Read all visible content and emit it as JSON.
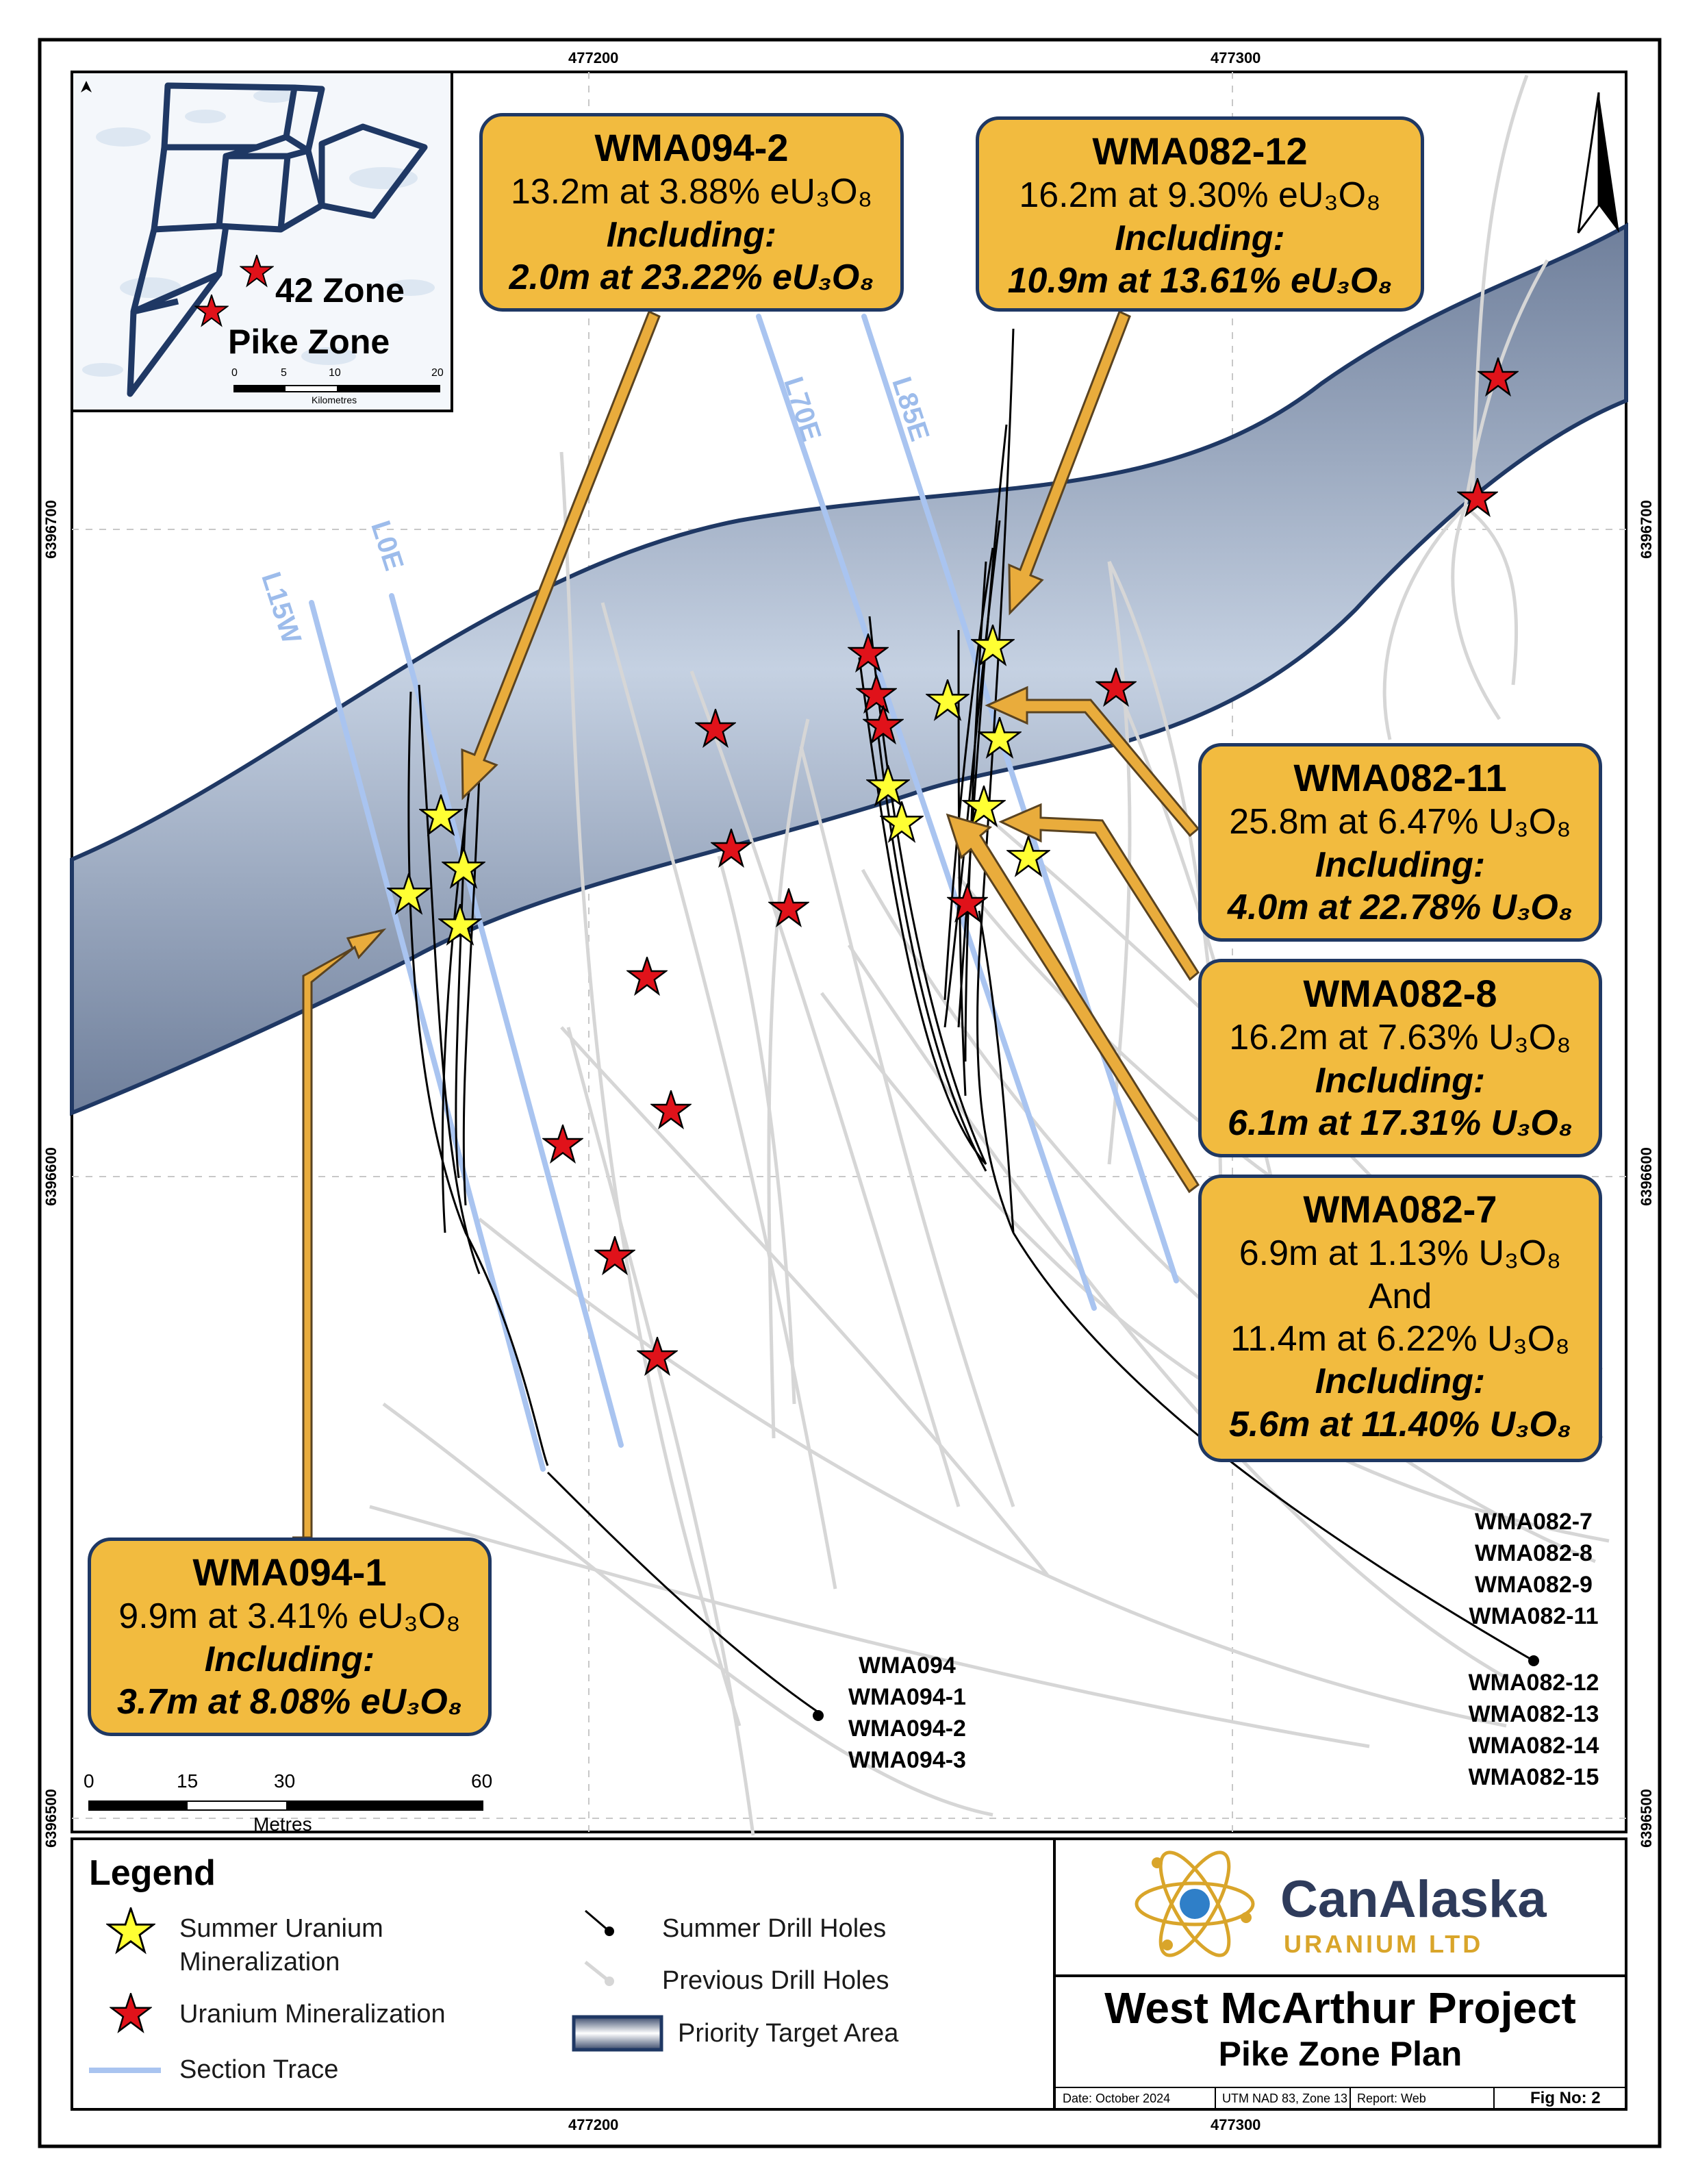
{
  "map_frame": {
    "x_ticks": [
      "477200",
      "477300"
    ],
    "y_ticks": [
      "6396700",
      "6396600",
      "6396500"
    ]
  },
  "inset": {
    "labels": [
      "42 Zone",
      "Pike Zone"
    ],
    "scale_ticks": [
      "0",
      "5",
      "10",
      "20"
    ],
    "scale_unit": "Kilometres"
  },
  "section_traces": [
    "L15W",
    "L0E",
    "L70E",
    "L85E"
  ],
  "callouts": [
    {
      "id": "WMA094-2",
      "lines": [
        "13.2m at 3.88% eU₃O₈"
      ],
      "including": "Including:",
      "inc_lines": [
        "2.0m at 23.22% eU₃O₈"
      ]
    },
    {
      "id": "WMA082-12",
      "lines": [
        "16.2m at 9.30% eU₃O₈"
      ],
      "including": "Including:",
      "inc_lines": [
        "10.9m at 13.61% eU₃O₈"
      ]
    },
    {
      "id": "WMA082-11",
      "lines": [
        "25.8m at 6.47% U₃O₈"
      ],
      "including": "Including:",
      "inc_lines": [
        "4.0m at 22.78% U₃O₈"
      ]
    },
    {
      "id": "WMA082-8",
      "lines": [
        "16.2m at 7.63% U₃O₈"
      ],
      "including": "Including:",
      "inc_lines": [
        "6.1m at 17.31% U₃O₈"
      ]
    },
    {
      "id": "WMA082-7",
      "lines": [
        "6.9m at 1.13% U₃O₈",
        "And",
        "11.4m at 6.22% U₃O₈"
      ],
      "including": "Including:",
      "inc_lines": [
        "5.6m at 11.40% U₃O₈"
      ]
    },
    {
      "id": "WMA094-1",
      "lines": [
        "9.9m at 3.41% eU₃O₈"
      ],
      "including": "Including:",
      "inc_lines": [
        "3.7m at 8.08% eU₃O₈"
      ]
    }
  ],
  "hole_labels": {
    "group_094": [
      "WMA094",
      "WMA094-1",
      "WMA094-2",
      "WMA094-3"
    ],
    "group_082_upper": [
      "WMA082-7",
      "WMA082-8",
      "WMA082-9",
      "WMA082-11"
    ],
    "group_082_lower": [
      "WMA082-12",
      "WMA082-13",
      "WMA082-14",
      "WMA082-15"
    ]
  },
  "scale_bar": {
    "ticks": [
      "0",
      "15",
      "30",
      "60"
    ],
    "unit": "Metres"
  },
  "legend": {
    "title": "Legend",
    "items": [
      "Summer Uranium Mineralization",
      "Uranium Mineralization",
      "Section Trace",
      "Summer Drill Holes",
      "Previous Drill Holes",
      "Priority Target Area"
    ]
  },
  "title_block": {
    "company": "CanAlaska",
    "company_sub": "URANIUM LTD",
    "project": "West McArthur Project",
    "plan": "Pike Zone Plan",
    "date": "Date: October 2024",
    "datum": "UTM NAD 83, Zone 13",
    "report": "Report: Web",
    "fig": "Fig No: 2"
  },
  "colors": {
    "callout_fill": "#F2BB3F",
    "callout_border": "#1F3864",
    "target_area": "#8594AE",
    "section_trace": "#A9C4F0",
    "star_red": "#E0121A",
    "star_yellow": "#FFFF33",
    "arrow": "#E9AC3C"
  }
}
